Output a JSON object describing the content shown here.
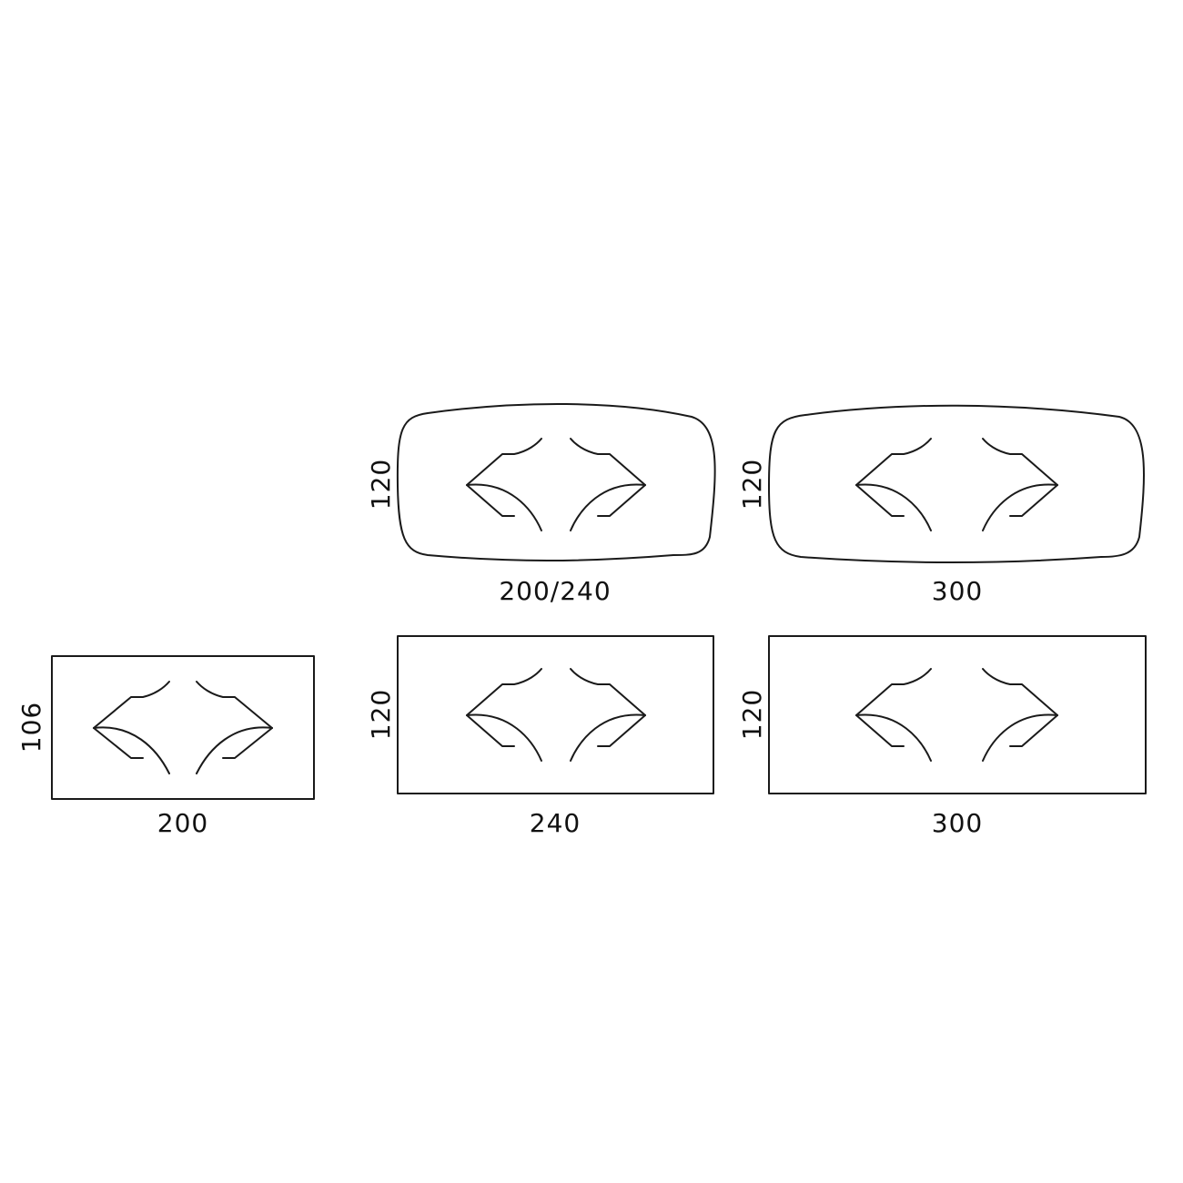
{
  "colors": {
    "line": "#1a1a1a",
    "text": "#111111",
    "background": "#ffffff"
  },
  "tables": [
    {
      "id": "oval-200-240",
      "shape": "rounded-barrel",
      "width_label": "200/240",
      "depth_label": "120"
    },
    {
      "id": "oval-300",
      "shape": "rounded-barrel",
      "width_label": "300",
      "depth_label": "120"
    },
    {
      "id": "rect-200",
      "shape": "rectangle",
      "width_label": "200",
      "depth_label": "106"
    },
    {
      "id": "rect-240",
      "shape": "rectangle",
      "width_label": "240",
      "depth_label": "120"
    },
    {
      "id": "rect-300",
      "shape": "rectangle",
      "width_label": "300",
      "depth_label": "120"
    }
  ]
}
